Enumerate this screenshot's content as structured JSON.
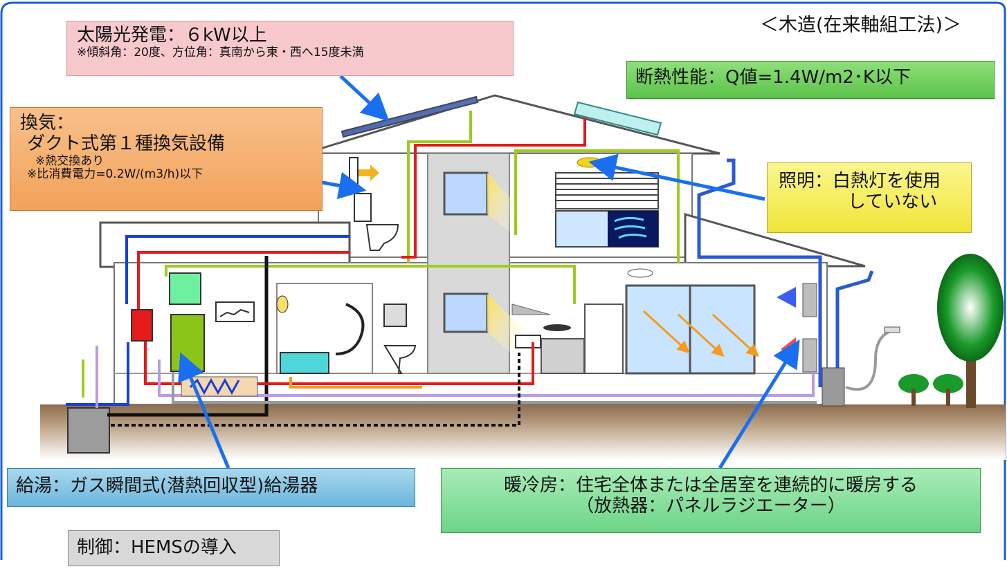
{
  "subtitle": "＜木造(在来軸組工法)＞",
  "labels": {
    "solar": {
      "title": "太陽光発電：６kW以上",
      "note": "※傾斜角：20度、方位角：真南から東・西へ15度未満"
    },
    "ventilation": {
      "title": "換気：",
      "line2": "ダクト式第１種換気設備",
      "note1": "※熱交換あり",
      "note2": "※比消費電力=0.2W/(m3/h)以下"
    },
    "insulation": {
      "text": "断熱性能：Q値=1.4W/m2･K以下"
    },
    "lighting": {
      "line1": "照明：白熱灯を使用",
      "line2": "していない"
    },
    "hot_water": {
      "text": "給湯：ガス瞬間式(潜熱回収型)給湯器"
    },
    "heating_cooling": {
      "line1": "暖冷房：住宅全体または全居室を連続的に暖房する",
      "line2": "（放熱器：パネルラジエーター）"
    },
    "control": {
      "text": "制御：HEMSの導入"
    }
  },
  "colors": {
    "frame": "#1a5fd0",
    "pipe_red": "#e31b1b",
    "pipe_blue": "#1a3fd8",
    "pipe_green": "#9ccc1e",
    "pipe_lavender": "#b89ae6",
    "pointer_arrow": "#1a6ff0",
    "ground": "#8c6b4a"
  }
}
